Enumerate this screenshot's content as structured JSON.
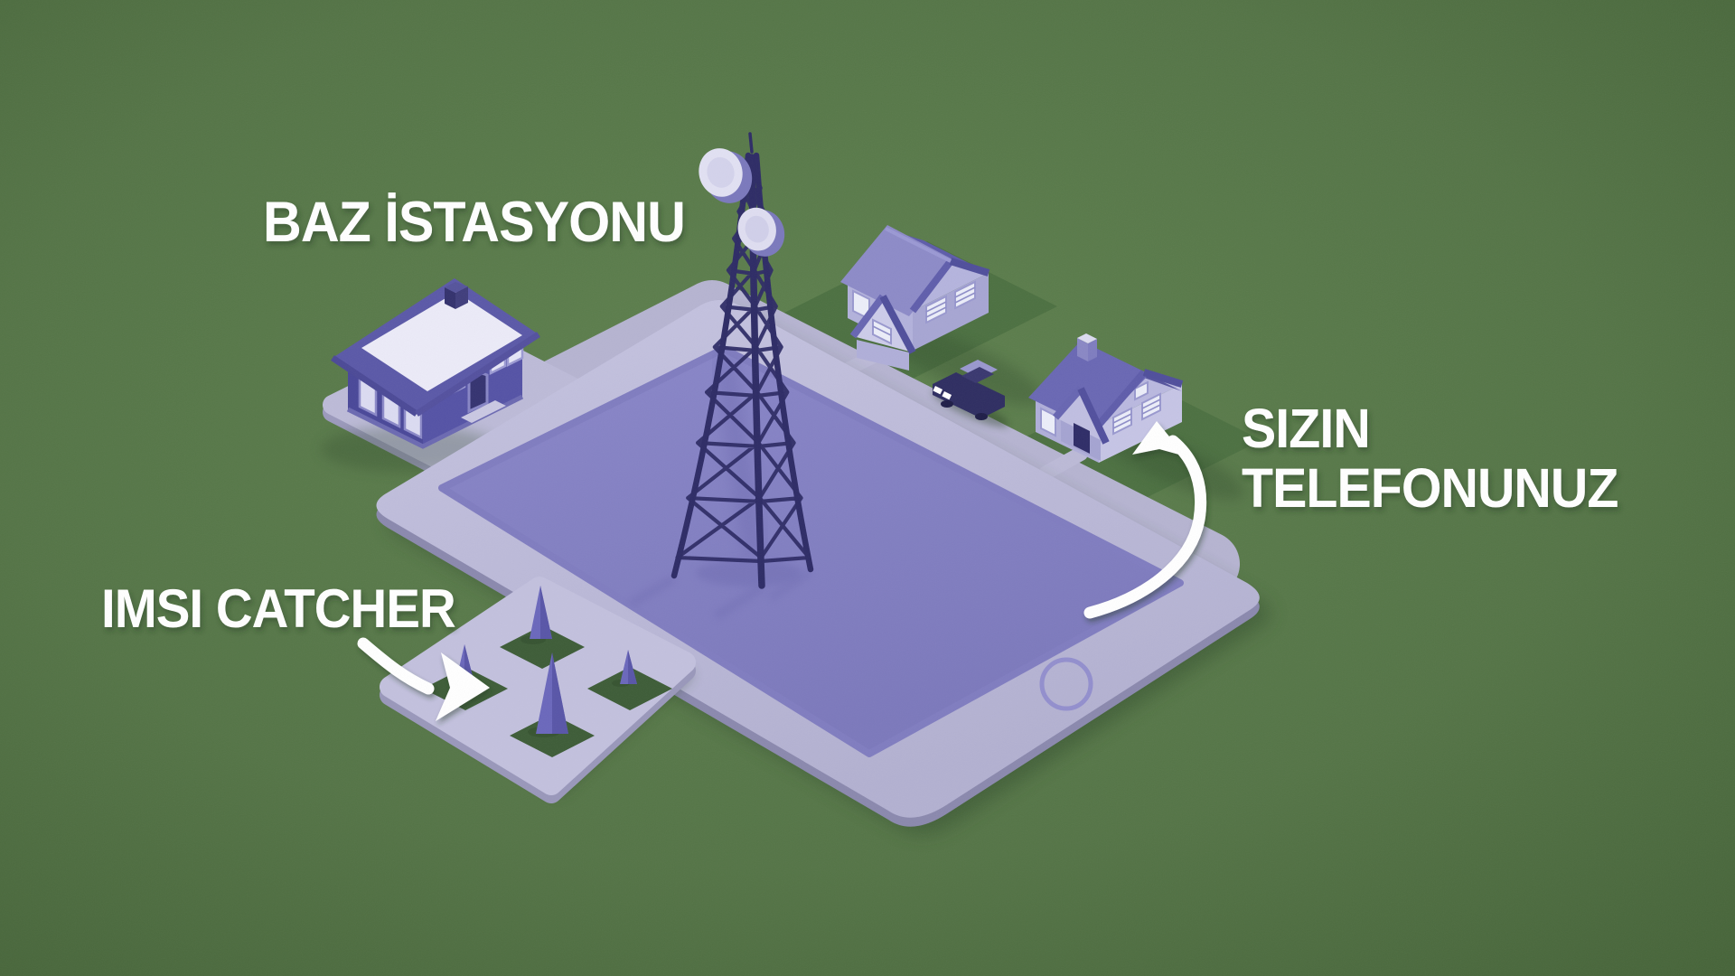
{
  "meta": {
    "kind": "isometric-infographic",
    "language": "Turkish",
    "topic": "IMSI catcher intercepting phones near a base station"
  },
  "labels": {
    "base_station": "BAZ İSTASYONU",
    "imsi_catcher": "IMSI CATCHER",
    "your_phone_line1": "SIZIN",
    "your_phone_line2": "TELEFONUNUZ"
  },
  "scene": {
    "objects": [
      "cell-tower-icon",
      "base-station-building-icon",
      "house-icon",
      "house-with-porch-icon",
      "pickup-truck-icon",
      "tablet-device-icon",
      "home-button-icon",
      "park-with-trees-icon"
    ],
    "arrows": [
      {
        "name": "imsi-catcher-arrow",
        "from": "imsi-catcher-label",
        "to": "park-with-trees"
      },
      {
        "name": "your-phone-arrow",
        "from": "tablet-bezel",
        "to": "house-with-porch"
      }
    ]
  },
  "colors": {
    "background_green_center": "#5f814f",
    "background_green_edge": "#4a683c",
    "lawn_green": "#4d7142",
    "grass_dark_green": "#3e5d38",
    "road_gray": "#b6b4d1",
    "pad_gray": "#bdbbd8",
    "tablet_bezel": "#c0bedd",
    "tablet_screen": "#8380c2",
    "tower_navy": "#2e2c66",
    "building_wall": "#4a4899",
    "house_wall_light": "#c6c5e6",
    "house_roof_purple": "#6a68b4",
    "tree_cone_purple": "#6b68bc",
    "label_white": "#ffffff"
  }
}
